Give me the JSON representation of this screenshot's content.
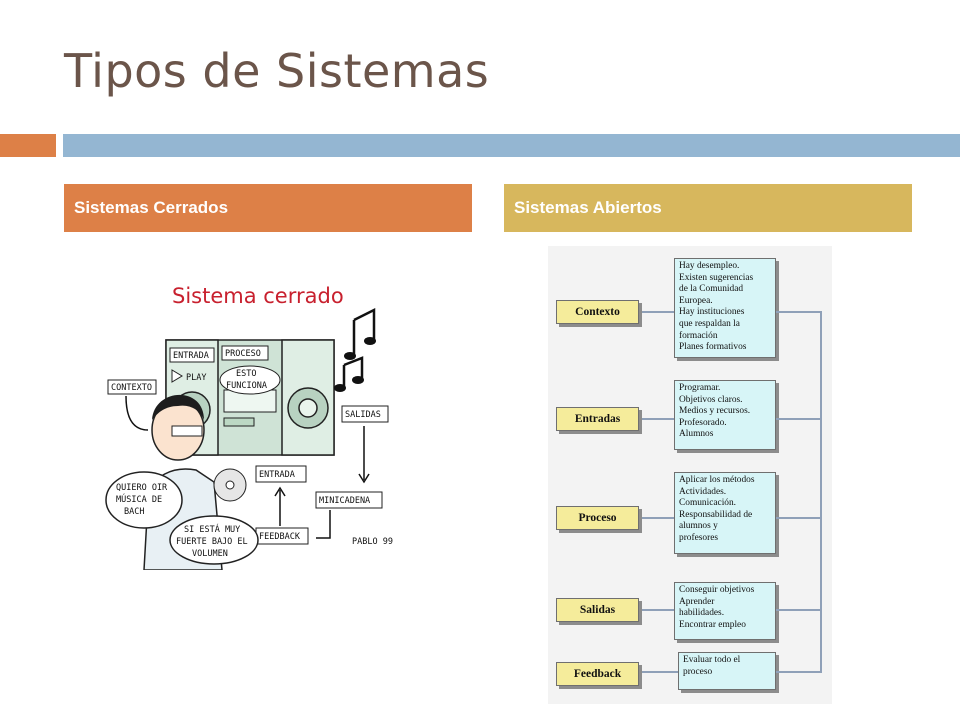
{
  "slide": {
    "title": "Tipos de Sistemas"
  },
  "columns": {
    "left": {
      "header": "Sistemas Cerrados"
    },
    "right": {
      "header": "Sistemas Abiertos"
    }
  },
  "cartoon": {
    "title": "Sistema cerrado",
    "labels": {
      "contexto": "CONTEXTO",
      "entrada_top": "ENTRADA",
      "proceso": "PROCESO",
      "play": "PLAY",
      "esto": "ESTO",
      "funciona": "FUNCIONA",
      "salidas": "SALIDAS",
      "entrada_mid": "ENTRADA",
      "minicadena": "MINICADENA",
      "feedback": "FEEDBACK",
      "bubble1_l1": "QUIERO OIR",
      "bubble1_l2": "MÚSICA DE",
      "bubble1_l3": "BACH",
      "bubble2_l1": "SI ESTÁ MUY",
      "bubble2_l2": "FUERTE BAJO EL",
      "bubble2_l3": "VOLUMEN",
      "signature": "PABLO 99"
    }
  },
  "diagram": {
    "stages": [
      {
        "label": "Contexto",
        "details": [
          "Hay desempleo.",
          "Existen sugerencias",
          "de la Comunidad",
          "Europea.",
          "Hay instituciones",
          "que respaldan la",
          "formación",
          "Planes formativos"
        ]
      },
      {
        "label": "Entradas",
        "details": [
          "Programar.",
          "Objetivos claros.",
          "Medios y recursos.",
          "Profesorado.",
          "Alumnos"
        ]
      },
      {
        "label": "Proceso",
        "details": [
          "Aplicar los métodos",
          "Actividades.",
          "Comunicación.",
          "Responsabilidad de",
          "alumnos y",
          "profesores"
        ]
      },
      {
        "label": "Salidas",
        "details": [
          "Conseguir objetivos",
          "Aprender",
          "habilidades.",
          "Encontrar empleo"
        ]
      },
      {
        "label": "Feedback",
        "details": [
          "Evaluar todo el",
          "proceso"
        ]
      }
    ]
  },
  "colors": {
    "title": "#6b554a",
    "accent_orange": "#dd8047",
    "accent_blue": "#94b6d2",
    "accent_gold": "#d7b75d"
  }
}
